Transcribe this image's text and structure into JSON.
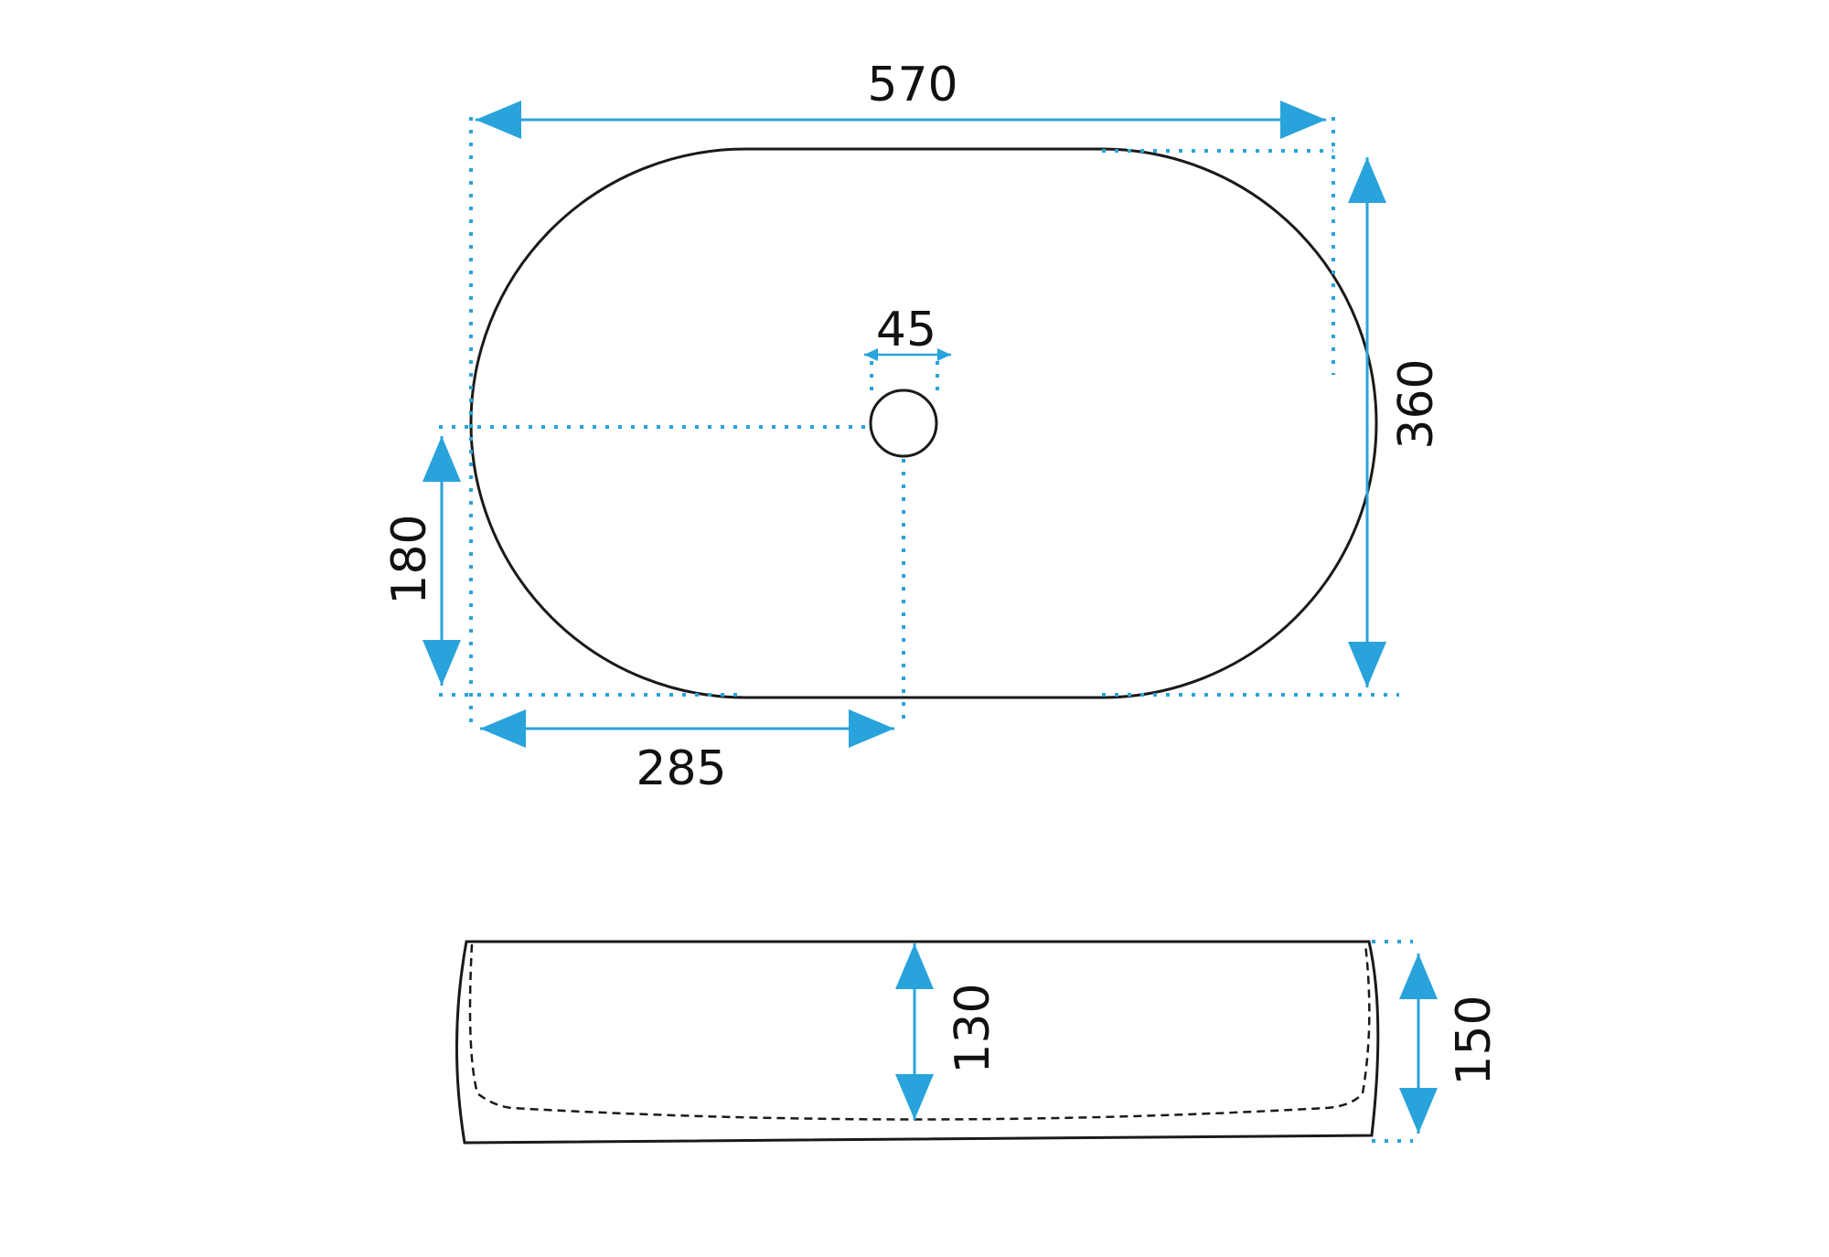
{
  "drawing": {
    "colors": {
      "dimension": "#29a3db",
      "outline": "#1a1a1a",
      "text": "#111111"
    },
    "top_view": {
      "width_label": "570",
      "depth_label": "360",
      "drain_label": "45",
      "drain_offset_x_label": "285",
      "drain_offset_y_label": "180"
    },
    "side_view": {
      "inner_depth_label": "130",
      "height_label": "150"
    }
  }
}
